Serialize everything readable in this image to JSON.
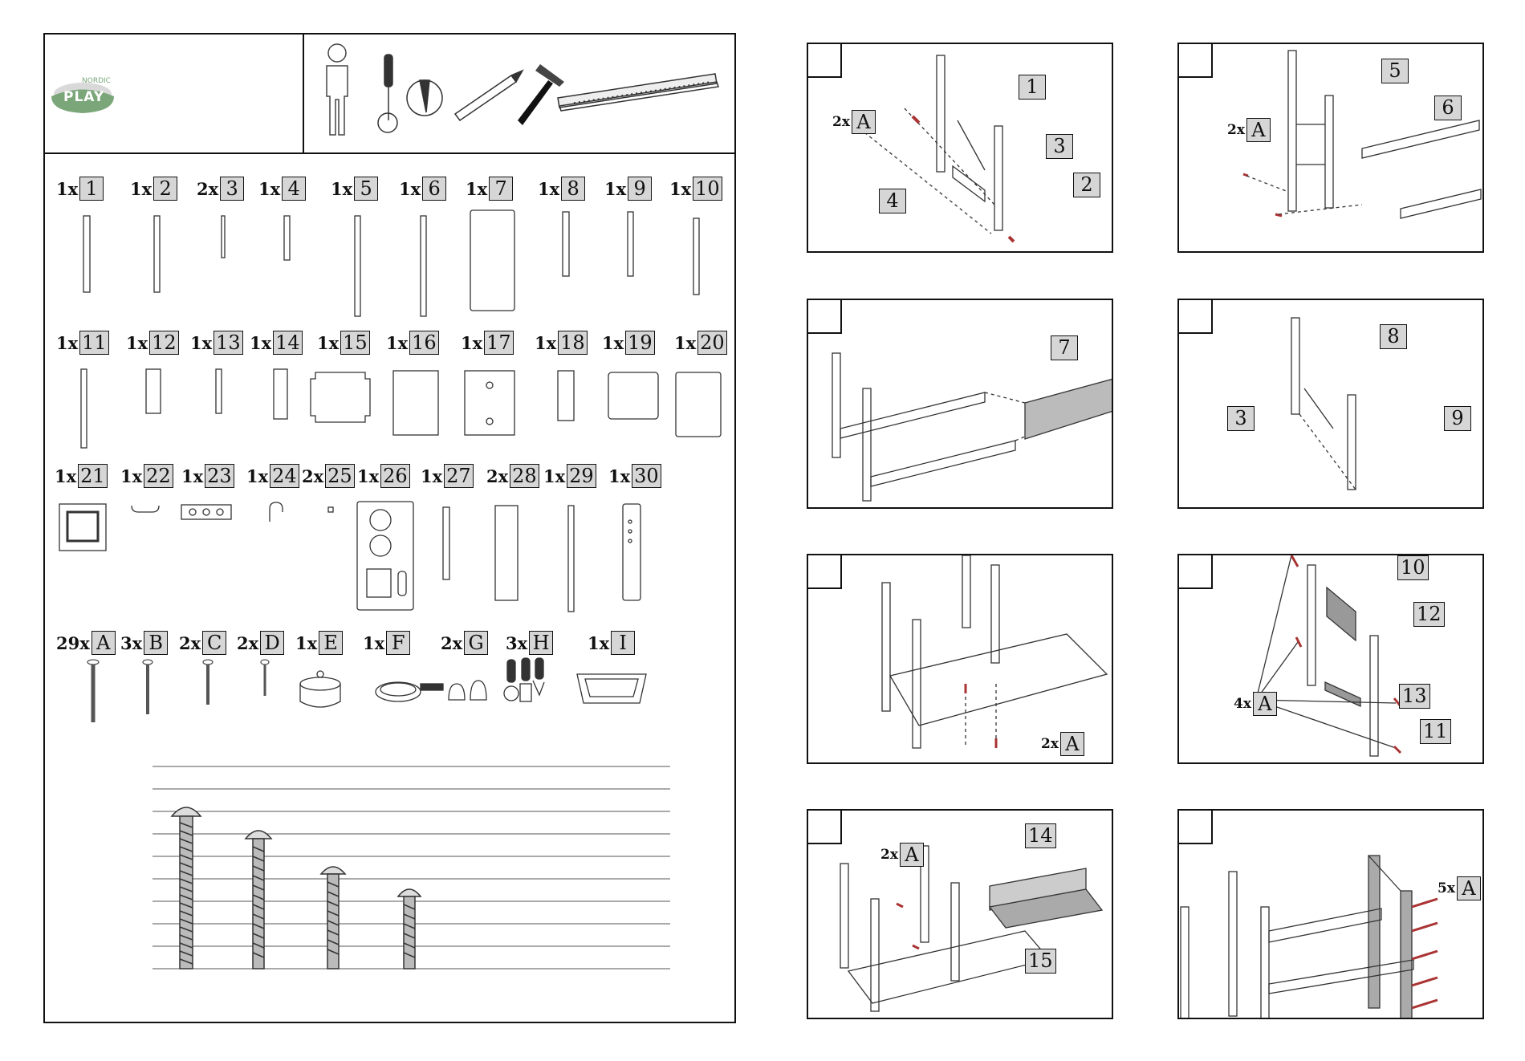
{
  "brand": {
    "name": "PLAY",
    "sub": "NORDIC"
  },
  "parts": [
    {
      "qty": "1x",
      "id": "1"
    },
    {
      "qty": "1x",
      "id": "2"
    },
    {
      "qty": "2x",
      "id": "3"
    },
    {
      "qty": "1x",
      "id": "4"
    },
    {
      "qty": "1x",
      "id": "5"
    },
    {
      "qty": "1x",
      "id": "6"
    },
    {
      "qty": "1x",
      "id": "7"
    },
    {
      "qty": "1x",
      "id": "8"
    },
    {
      "qty": "1x",
      "id": "9"
    },
    {
      "qty": "1x",
      "id": "10"
    },
    {
      "qty": "1x",
      "id": "11"
    },
    {
      "qty": "1x",
      "id": "12"
    },
    {
      "qty": "1x",
      "id": "13"
    },
    {
      "qty": "1x",
      "id": "14"
    },
    {
      "qty": "1x",
      "id": "15"
    },
    {
      "qty": "1x",
      "id": "16"
    },
    {
      "qty": "1x",
      "id": "17"
    },
    {
      "qty": "1x",
      "id": "18"
    },
    {
      "qty": "1x",
      "id": "19"
    },
    {
      "qty": "1x",
      "id": "20"
    },
    {
      "qty": "1x",
      "id": "21"
    },
    {
      "qty": "1x",
      "id": "22"
    },
    {
      "qty": "1x",
      "id": "23"
    },
    {
      "qty": "1x",
      "id": "24"
    },
    {
      "qty": "2x",
      "id": "25"
    },
    {
      "qty": "1x",
      "id": "26"
    },
    {
      "qty": "1x",
      "id": "27"
    },
    {
      "qty": "2x",
      "id": "28"
    },
    {
      "qty": "1x",
      "id": "29"
    },
    {
      "qty": "1x",
      "id": "30"
    }
  ],
  "hardware": [
    {
      "qty": "29x",
      "id": "A"
    },
    {
      "qty": "3x",
      "id": "B"
    },
    {
      "qty": "2x",
      "id": "C"
    },
    {
      "qty": "2x",
      "id": "D"
    },
    {
      "qty": "1x",
      "id": "E"
    },
    {
      "qty": "1x",
      "id": "F"
    },
    {
      "qty": "2x",
      "id": "G"
    },
    {
      "qty": "3x",
      "id": "H"
    },
    {
      "qty": "1x",
      "id": "I"
    }
  ],
  "steps": [
    {
      "callouts": [
        "1",
        "3",
        "2",
        "4"
      ],
      "hw": {
        "qty": "2x",
        "id": "A"
      }
    },
    {
      "callouts": [
        "5",
        "6"
      ],
      "hw": {
        "qty": "2x",
        "id": "A"
      }
    },
    {
      "callouts": [
        "7"
      ]
    },
    {
      "callouts": [
        "8",
        "3",
        "9"
      ]
    },
    {
      "callouts": [],
      "hw": {
        "qty": "2x",
        "id": "A"
      }
    },
    {
      "callouts": [
        "10",
        "12",
        "13",
        "11"
      ],
      "hw": {
        "qty": "4x",
        "id": "A"
      }
    },
    {
      "callouts": [
        "14",
        "15"
      ],
      "hw": {
        "qty": "2x",
        "id": "A"
      }
    },
    {
      "callouts": [],
      "hw": {
        "qty": "5x",
        "id": "A"
      }
    }
  ],
  "colors": {
    "tag_fill": "#d6d6d6",
    "logo_green": "#7aa67a",
    "line": "#111111"
  }
}
